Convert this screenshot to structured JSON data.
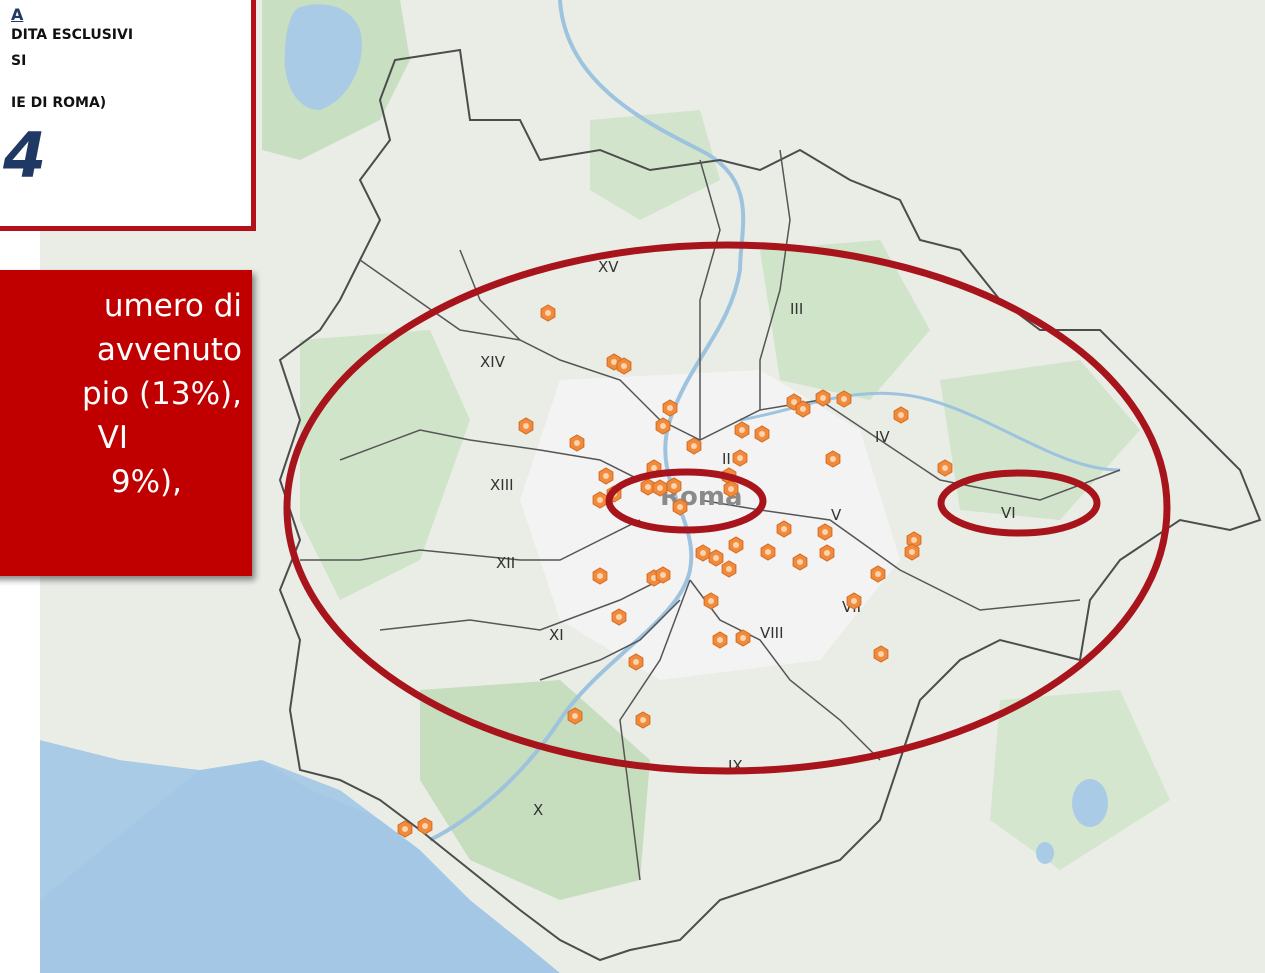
{
  "info_box": {
    "title_top": "A",
    "line1": "DITA ESCLUSIVI",
    "line2": "SI",
    "line3": "IE DI ROMA)",
    "count": "4"
  },
  "callout": {
    "lines": [
      "umero di",
      "avvenuto",
      "pio (13%),",
      "VI",
      "9%),"
    ]
  },
  "colors": {
    "accent_red": "#c00000",
    "box_border": "#b3101a",
    "title_blue": "#203864",
    "marker": "#f08a3c",
    "ellipse": "#a8141b"
  },
  "map": {
    "municipi": [
      {
        "label": "XV"
      },
      {
        "label": "III"
      },
      {
        "label": "XIV"
      },
      {
        "label": "IV"
      },
      {
        "label": "II"
      },
      {
        "label": "XIII"
      },
      {
        "label": "V"
      },
      {
        "label": "VI"
      },
      {
        "label": "XII"
      },
      {
        "label": "VII"
      },
      {
        "label": "XI"
      },
      {
        "label": "VIII"
      },
      {
        "label": "IX"
      },
      {
        "label": "X"
      }
    ],
    "center_label": "Roma"
  }
}
